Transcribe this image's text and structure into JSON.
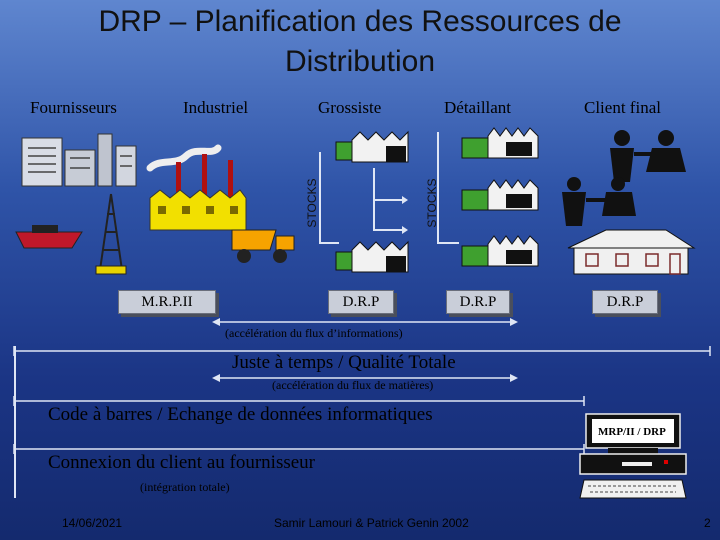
{
  "title": "DRP – Planification des Ressources de Distribution",
  "actors": {
    "fournisseurs": "Fournisseurs",
    "industriel": "Industriel",
    "grossiste": "Grossiste",
    "detaillant": "Détaillant",
    "client_final": "Client final"
  },
  "stocks_label": "STOCKS",
  "systems": {
    "mrp": "M.R.P.II",
    "drp_grossiste": "D.R.P",
    "drp_detaillant": "D.R.P",
    "drp_client": "D.R.P"
  },
  "notes": {
    "acceleration_info": "(accélération du flux d’informations)",
    "juste_a_temps": "Juste à temps / Qualité Totale",
    "acceleration_matieres": "(accélération du flux de matières)",
    "code_barres": "Code à barres / Echange de données informatiques",
    "connexion": "Connexion du client au fournisseur",
    "integration": "(intégration totale)"
  },
  "computer_label": "MRP/II / DRP",
  "footer": {
    "date": "14/06/2021",
    "authors": "Samir Lamouri & Patrick Genin 2002",
    "page": "2"
  }
}
